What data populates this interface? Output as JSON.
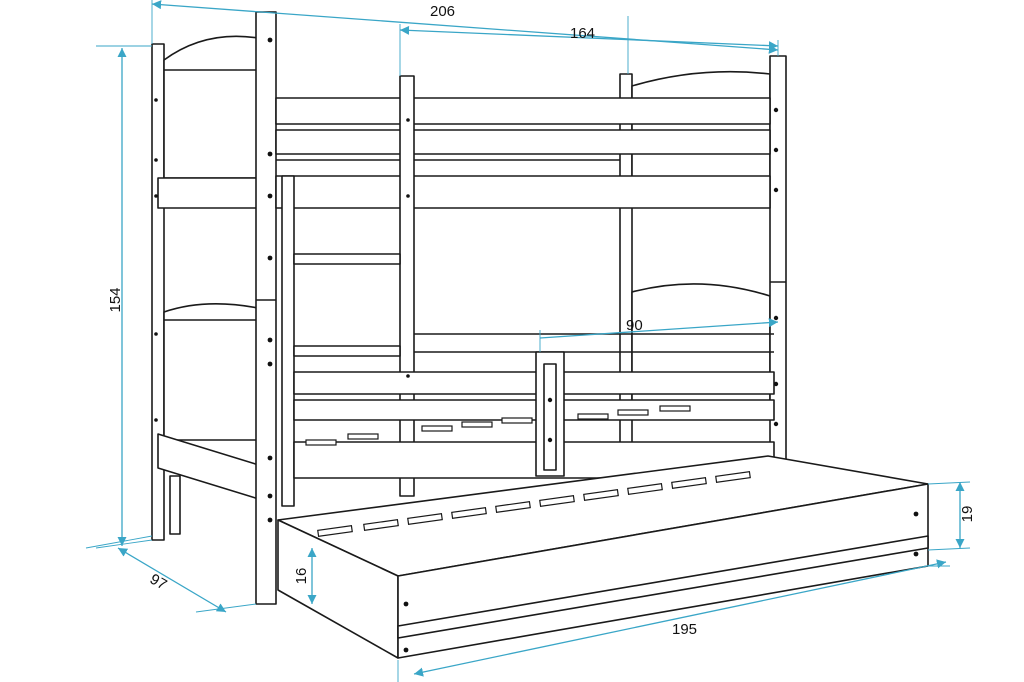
{
  "diagram": {
    "line_color": "#1a1a1a",
    "dimension_color": "#3aa6c7",
    "background": "#ffffff"
  },
  "dimensions": {
    "total_length": "206",
    "inner_length": "164",
    "total_height": "154",
    "depth": "97",
    "mattress_width": "90",
    "drawer_length": "195",
    "drawer_height_front": "19",
    "drawer_height_side": "16"
  }
}
